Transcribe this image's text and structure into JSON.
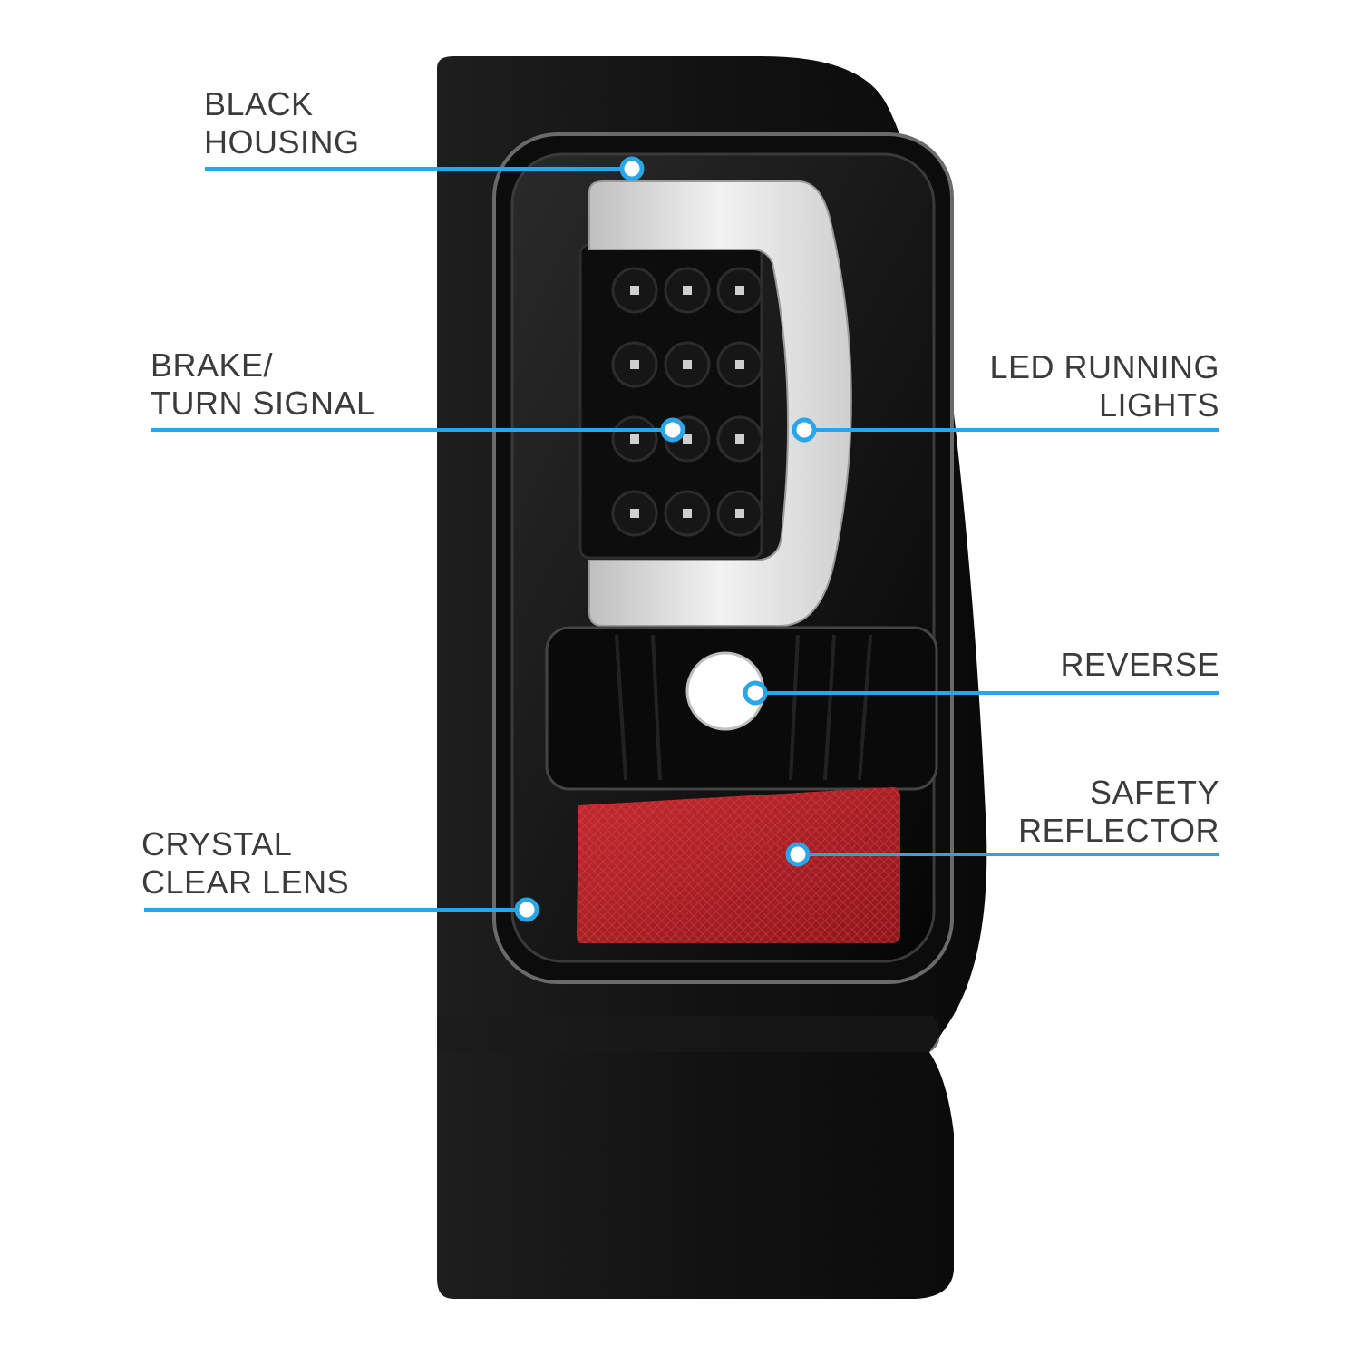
{
  "colors": {
    "accent_line": "#29a6e8",
    "label_text": "#3b3b3b",
    "housing": "#141414",
    "reflector": "#b51f25",
    "light_bar": "#e9e9e9"
  },
  "callouts": {
    "black_housing": {
      "line1": "BLACK",
      "line2": "HOUSING"
    },
    "brake_turn": {
      "line1": "BRAKE/",
      "line2": "TURN SIGNAL"
    },
    "crystal_lens": {
      "line1": "CRYSTAL",
      "line2": "CLEAR LENS"
    },
    "led_running": {
      "line1": "LED RUNNING",
      "line2": "LIGHTS"
    },
    "reverse": {
      "line1": "REVERSE"
    },
    "safety_reflector": {
      "line1": "SAFETY",
      "line2": "REFLECTOR"
    }
  },
  "icons": {
    "callout_marker": "dot-marker-icon",
    "led": "led-bulb-icon"
  }
}
